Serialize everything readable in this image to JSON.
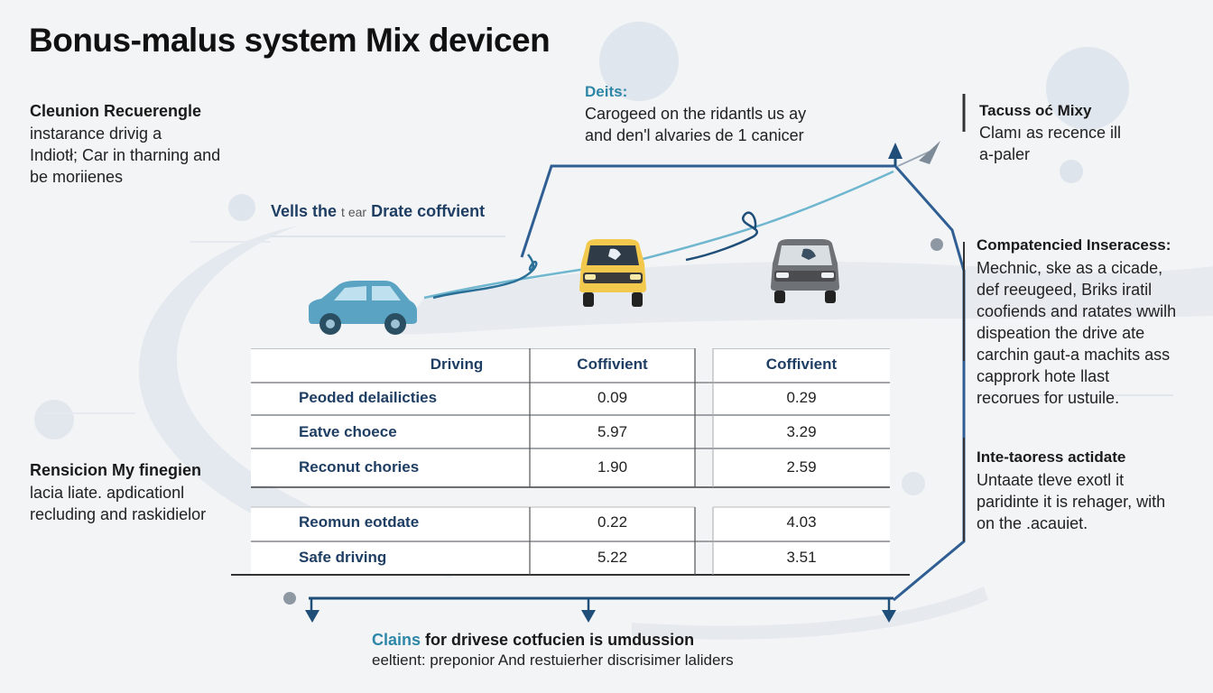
{
  "title": "Bonus-malus system Mix devicen",
  "left_top": {
    "heading": "Cleunion Recuerengle",
    "lines": [
      "instarance drivig a",
      "Indiotł; Car in tharning and",
      "be moriienes"
    ]
  },
  "center_label": {
    "prefix": "Vells the ",
    "middle": "t ear",
    "suffix": " Drate coffvient"
  },
  "top_center": {
    "heading": "Deits:",
    "lines": [
      "Carogeed on the ridantls us ay",
      "and den'l alvaries de 1 canicer"
    ]
  },
  "right_top": {
    "heading": "Tacuss oć Mixy",
    "lines": [
      "Clamı as recence ill",
      "a-paler"
    ]
  },
  "right_mid": {
    "heading": "Compatencied Inseracess:",
    "lines": [
      "Mechnic, ske as a cicade,",
      "def reeugeed, Briks iratil",
      "coofiends and ratates wwilh",
      "dispeation the drive ate",
      "carchin gaut-a machits ass",
      "capprork hote llast",
      "recorues for ustuile."
    ]
  },
  "right_low": {
    "heading": "Inte-taoress actidate",
    "lines": [
      "Untaate tleve exotl it",
      "paridinte it is rehager, with",
      "on the .acauiet."
    ]
  },
  "left_low": {
    "heading": "Rensicion My finegien",
    "lines": [
      "lacia liate. apdicationl",
      "recluding and raskidielor"
    ]
  },
  "bottom": {
    "heading_teal": "Clains",
    "heading_rest": " for drivese cotfucien is umdussion",
    "line": "eeltient: preponior And restuierher discrisimer laliders"
  },
  "table": {
    "columns": [
      "Driving",
      "Coffivient",
      "Coffivient"
    ],
    "rows": [
      {
        "label": "Peoded delailicties",
        "a": "0.09",
        "b": "0.29"
      },
      {
        "label": "Eatve choece",
        "a": "5.97",
        "b": "3.29"
      },
      {
        "label": "Reconut chories",
        "a": "1.90",
        "b": "2.59"
      },
      {
        "label": "Reomun eotdate",
        "a": "0.22",
        "b": "4.03"
      },
      {
        "label": "Safe driving",
        "a": "5.22",
        "b": "3.51"
      }
    ]
  },
  "colors": {
    "navy": "#1f4e79",
    "teal": "#2e87a8",
    "car_blue": "#4f9fbf",
    "car_yellow": "#f2c94c",
    "car_gray": "#6b6e72",
    "swoosh": "#dfe5ec"
  },
  "icons": [
    "car-blue-icon",
    "car-yellow-icon",
    "car-gray-icon",
    "arrow-up-icon",
    "arrow-down-icon"
  ]
}
